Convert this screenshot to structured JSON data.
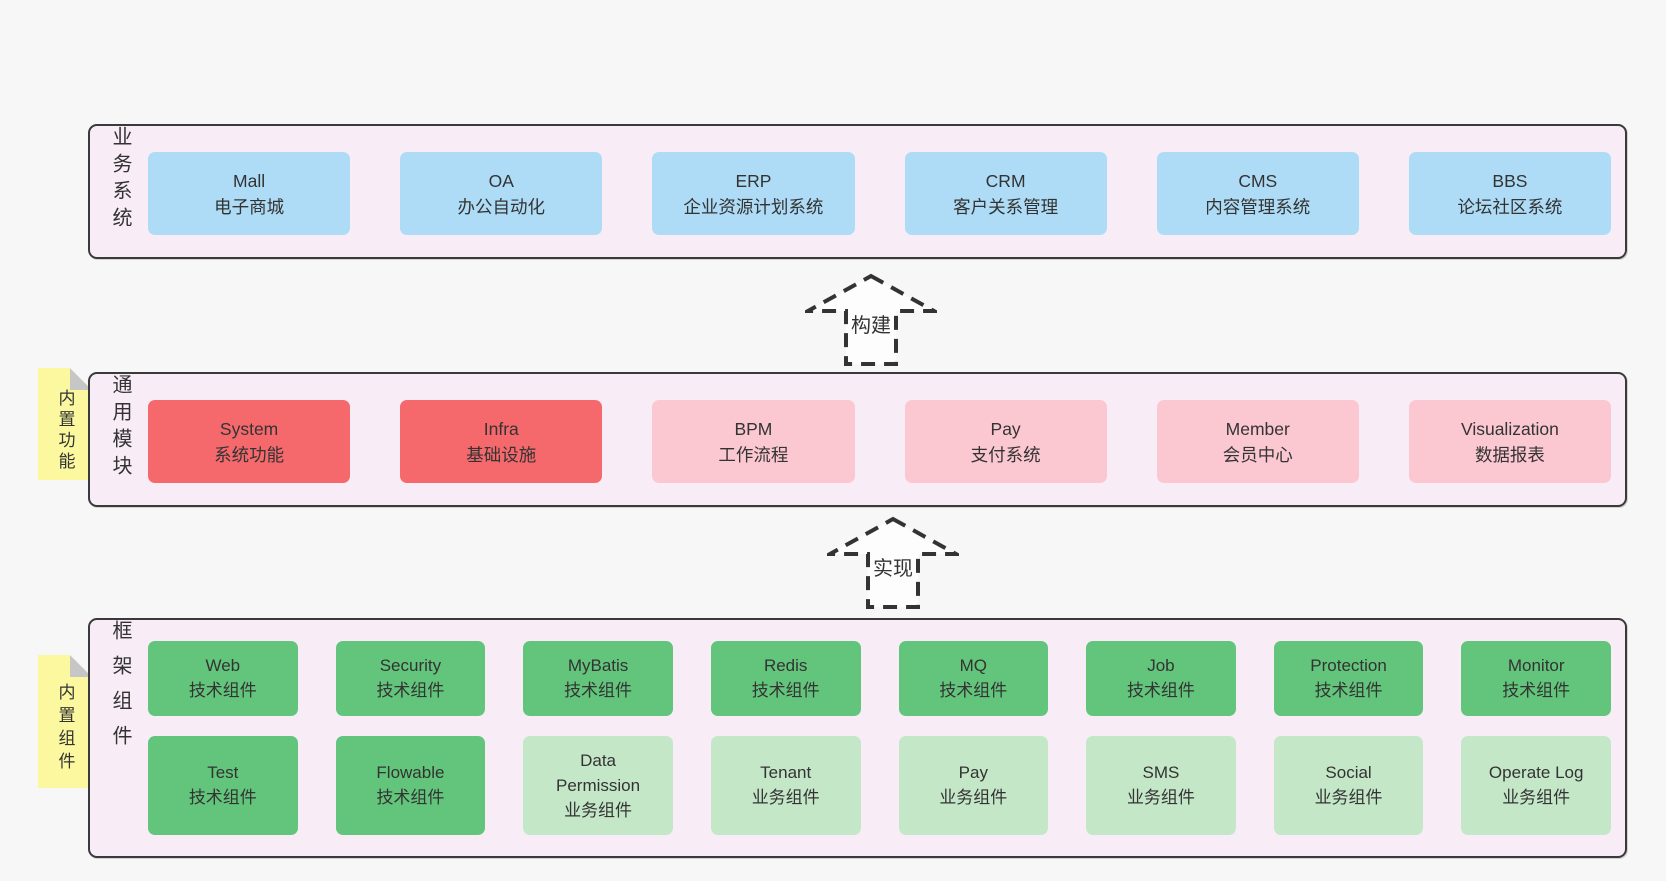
{
  "bands": {
    "business": {
      "label": "业务系统",
      "items": [
        {
          "name": "Mall",
          "subtitle": "电子商城"
        },
        {
          "name": "OA",
          "subtitle": "办公自动化"
        },
        {
          "name": "ERP",
          "subtitle": "企业资源计划系统"
        },
        {
          "name": "CRM",
          "subtitle": "客户关系管理"
        },
        {
          "name": "CMS",
          "subtitle": "内容管理系统"
        },
        {
          "name": "BBS",
          "subtitle": "论坛社区系统"
        }
      ]
    },
    "modules": {
      "label": "通用模块",
      "sticky": "内置功能",
      "items": [
        {
          "name": "System",
          "subtitle": "系统功能"
        },
        {
          "name": "Infra",
          "subtitle": "基础设施"
        },
        {
          "name": "BPM",
          "subtitle": "工作流程"
        },
        {
          "name": "Pay",
          "subtitle": "支付系统"
        },
        {
          "name": "Member",
          "subtitle": "会员中心"
        },
        {
          "name": "Visualization",
          "subtitle": "数据报表"
        }
      ]
    },
    "framework": {
      "label": "框架组件",
      "sticky": "内置组件",
      "row1": [
        {
          "name": "Web",
          "subtitle": "技术组件"
        },
        {
          "name": "Security",
          "subtitle": "技术组件"
        },
        {
          "name": "MyBatis",
          "subtitle": "技术组件"
        },
        {
          "name": "Redis",
          "subtitle": "技术组件"
        },
        {
          "name": "MQ",
          "subtitle": "技术组件"
        },
        {
          "name": "Job",
          "subtitle": "技术组件"
        },
        {
          "name": "Protection",
          "subtitle": "技术组件"
        },
        {
          "name": "Monitor",
          "subtitle": "技术组件"
        }
      ],
      "row2": [
        {
          "name": "Test",
          "subtitle": "技术组件"
        },
        {
          "name": "Flowable",
          "subtitle": "技术组件"
        },
        {
          "name": "Data Permission",
          "subtitle": "业务组件"
        },
        {
          "name": "Tenant",
          "subtitle": "业务组件"
        },
        {
          "name": "Pay",
          "subtitle": "业务组件"
        },
        {
          "name": "SMS",
          "subtitle": "业务组件"
        },
        {
          "name": "Social",
          "subtitle": "业务组件"
        },
        {
          "name": "Operate Log",
          "subtitle": "业务组件"
        }
      ]
    }
  },
  "arrows": {
    "build": {
      "label": "构建"
    },
    "implement": {
      "label": "实现"
    }
  },
  "colors": {
    "page_bg": "#f7f7f7",
    "band_bg": "#f8edf7",
    "band_border": "#3a3a3a",
    "business_node": "#aedcf6",
    "core_module_node": "#f5696d",
    "module_node": "#fbc8d2",
    "tech_component_node": "#62c57b",
    "biz_component_node": "#c4e7c8",
    "sticky_note": "#fbf8a0",
    "sticky_fold": "#c6c6c6",
    "text": "#333333"
  }
}
